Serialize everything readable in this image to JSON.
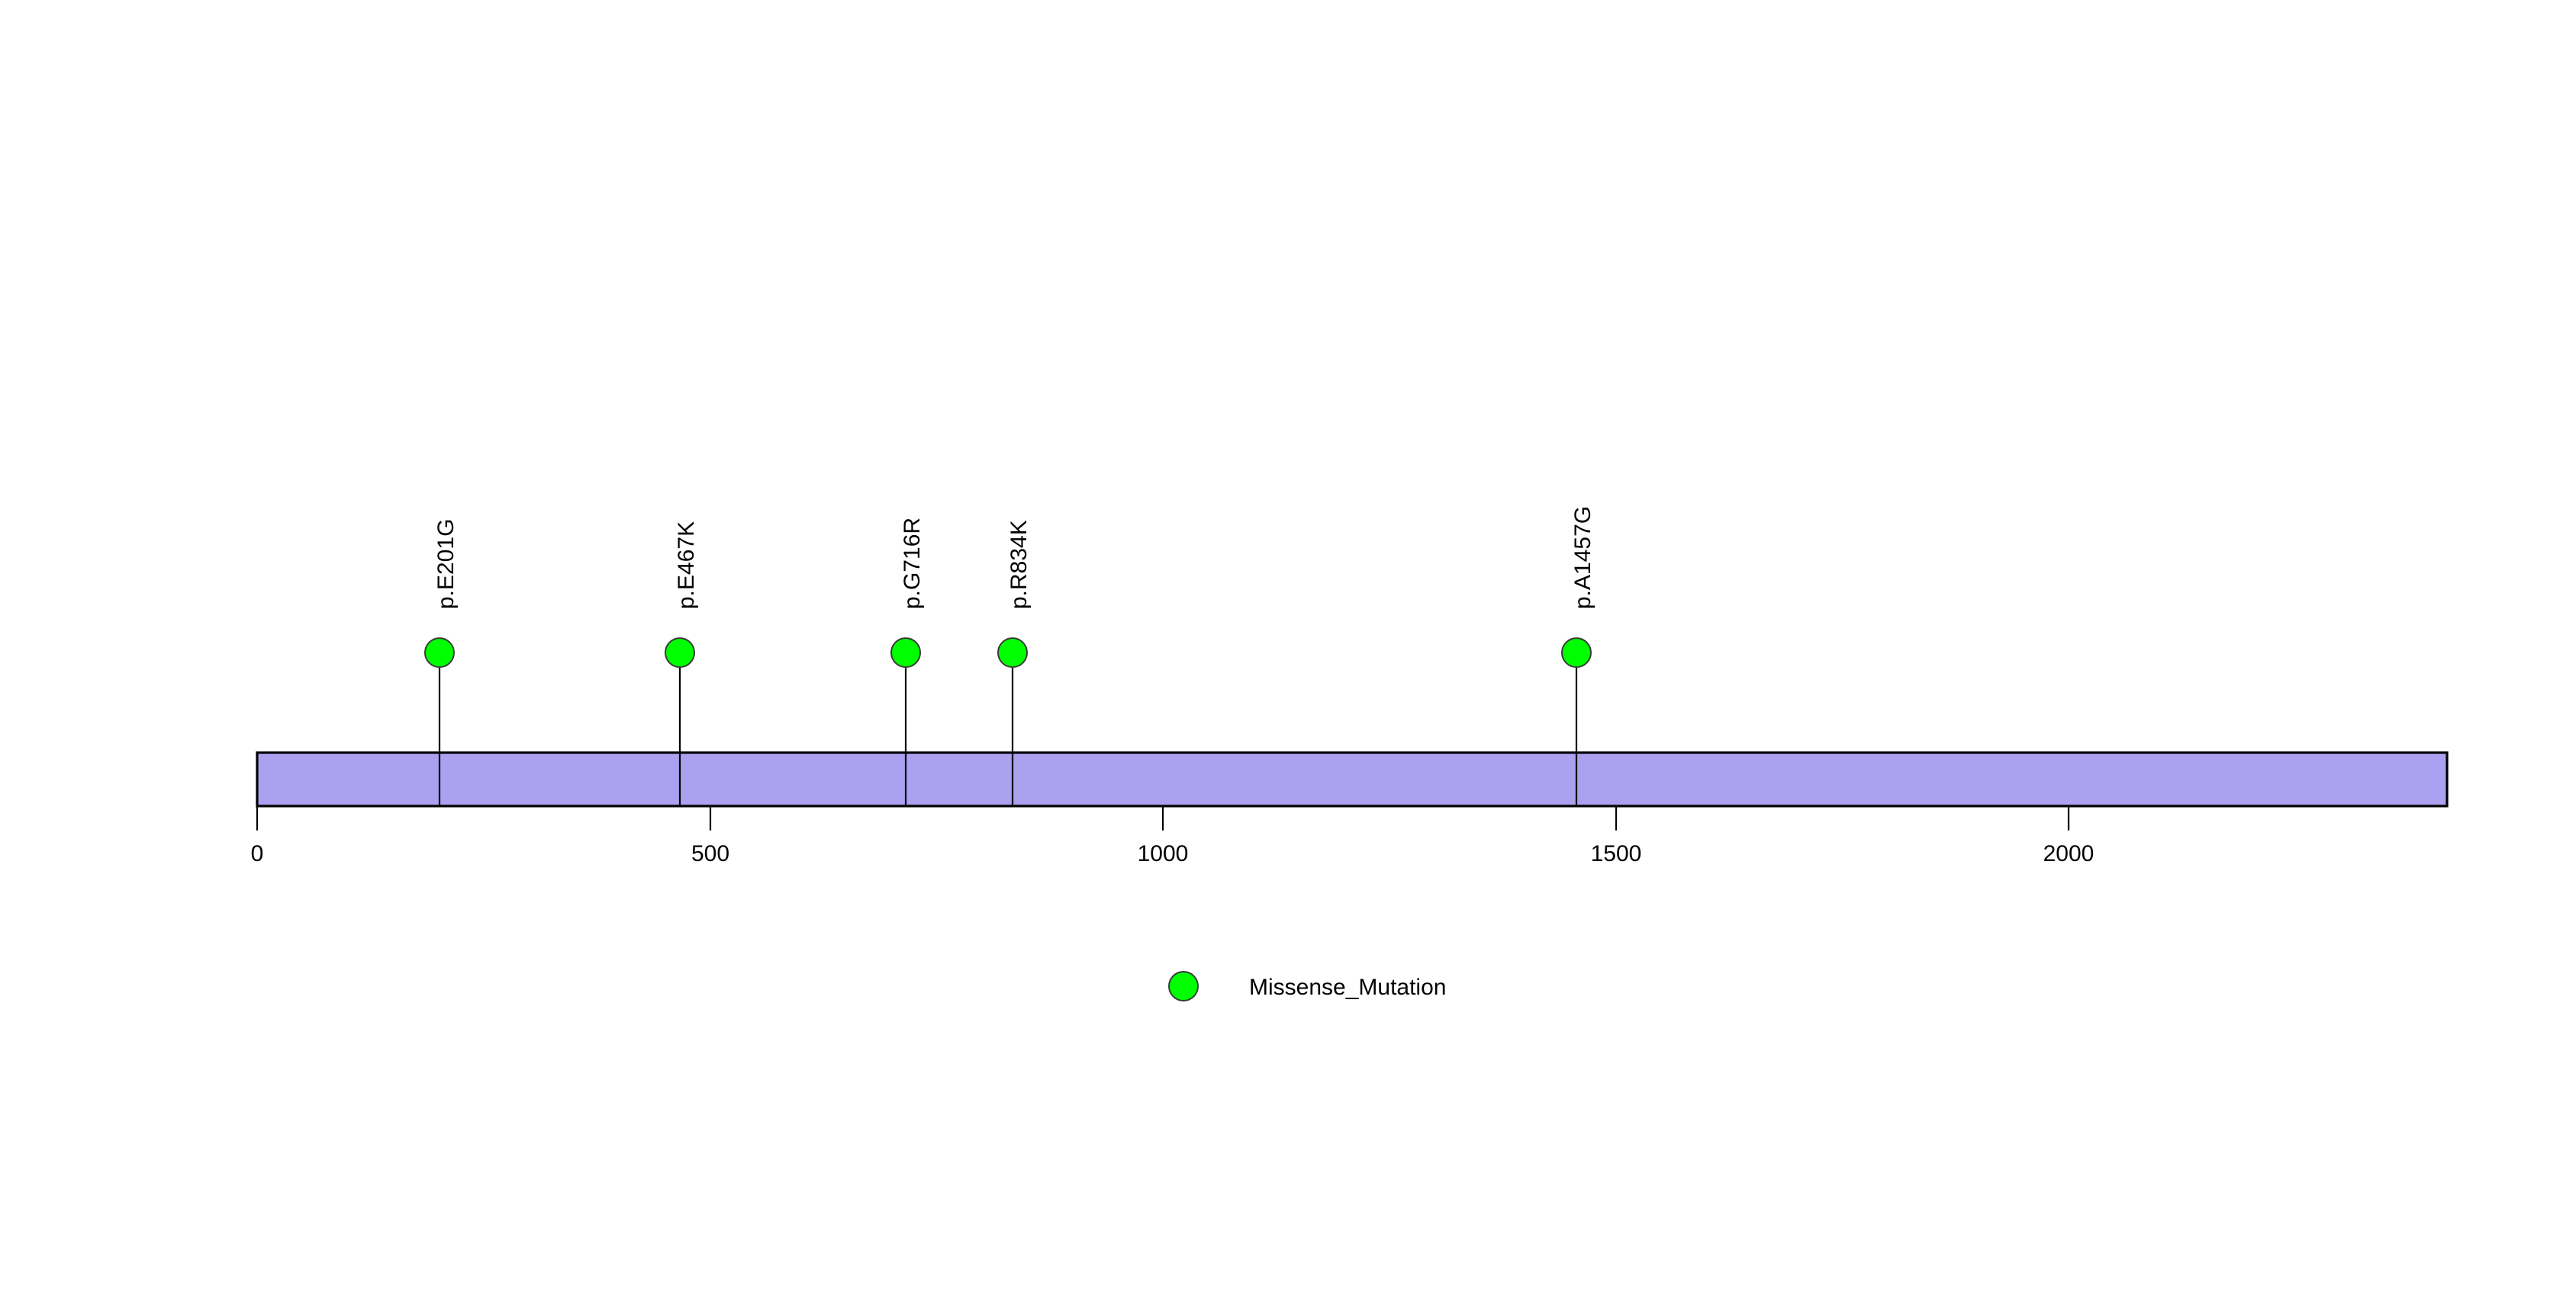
{
  "chart_data": {
    "type": "lollipop",
    "title": "",
    "subtitle": "",
    "xlabel": "",
    "ylabel": "",
    "xlim": [
      0,
      2418
    ],
    "grid": false,
    "protein_length": 2418,
    "axis": {
      "ticks": [
        0,
        500,
        1000,
        1500,
        2000
      ],
      "tick_labels": [
        "0",
        "500",
        "1000",
        "1500",
        "2000"
      ]
    },
    "domains": [
      {
        "name": "full-length-protein",
        "label": "",
        "start": 0,
        "end": 2418,
        "color": "#ACA0F0",
        "border_color": "#000000"
      }
    ],
    "mutations": [
      {
        "label": "p.E201G",
        "position": 201,
        "count": 1,
        "type": "Missense_Mutation",
        "color": "#00FF00"
      },
      {
        "label": "p.E467K",
        "position": 467,
        "count": 1,
        "type": "Missense_Mutation",
        "color": "#00FF00"
      },
      {
        "label": "p.G716R",
        "position": 716,
        "count": 1,
        "type": "Missense_Mutation",
        "color": "#00FF00"
      },
      {
        "label": "p.R834K",
        "position": 834,
        "count": 1,
        "type": "Missense_Mutation",
        "color": "#00FF00"
      },
      {
        "label": "p.A1457G",
        "position": 1457,
        "count": 1,
        "type": "Missense_Mutation",
        "color": "#00FF00"
      }
    ],
    "legend": {
      "position": "bottom-center",
      "entries": [
        {
          "label": "Missense_Mutation",
          "color": "#00FF00",
          "marker": "circle"
        }
      ]
    },
    "colors": {
      "background": "#FFFFFF",
      "protein_bar": "#ACA0F0",
      "mutation_marker": "#00FF00",
      "axis": "#000000",
      "text": "#000000"
    }
  },
  "axis_labels": {
    "t0": "0",
    "t1": "500",
    "t2": "1000",
    "t3": "1500",
    "t4": "2000"
  },
  "mutation_labels": {
    "m0": "p.E201G",
    "m1": "p.E467K",
    "m2": "p.G716R",
    "m3": "p.R834K",
    "m4": "p.A1457G"
  },
  "legend_text": {
    "entry0": "Missense_Mutation"
  }
}
